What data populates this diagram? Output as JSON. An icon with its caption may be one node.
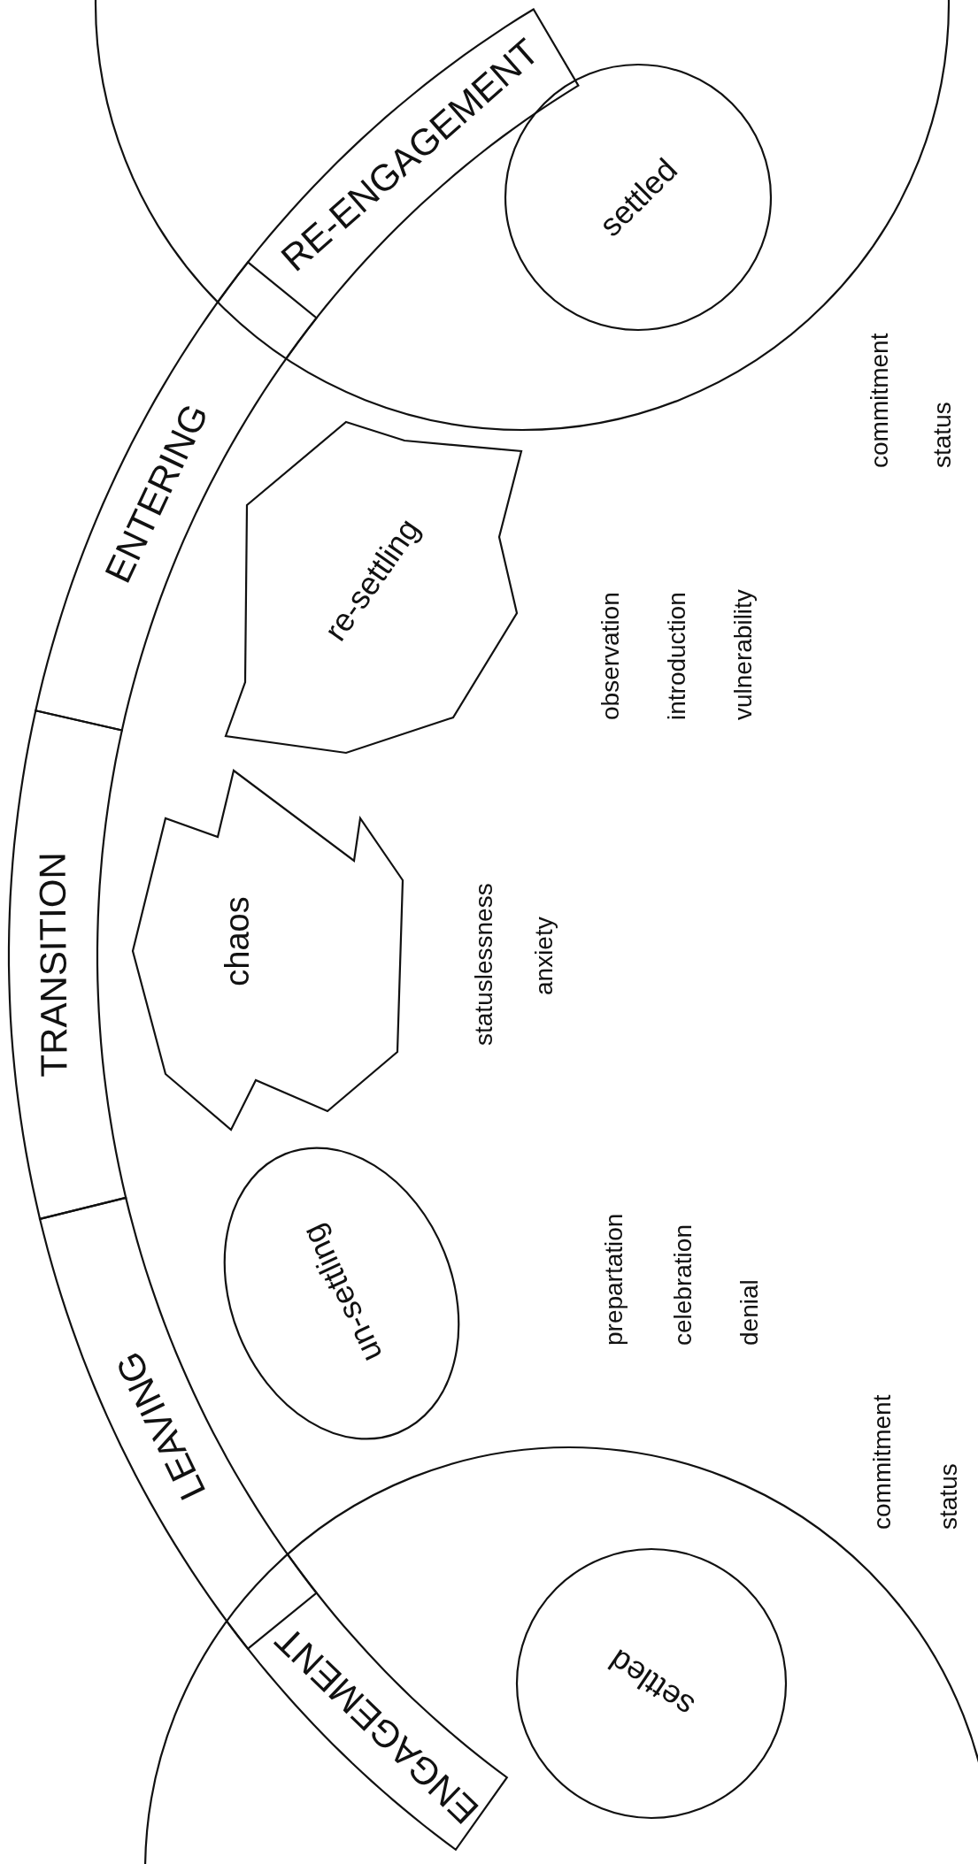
{
  "diagram": {
    "nodes": [
      {
        "text": [],
        "shape": "circle"
      },
      {
        "text": [
          "ENGAGEMENT"
        ],
        "in": 0
      },
      {
        "text": [
          "LEAVING"
        ]
      },
      {
        "text": [
          "TRANSITION"
        ]
      },
      {
        "text": [
          "ENTERING"
        ]
      },
      {
        "text": [
          "RE-ENGAGEMENT"
        ],
        "in": 6
      },
      {
        "text": [],
        "shape": "circle"
      },
      {
        "text": [
          "settled"
        ],
        "in": 0
      },
      {
        "text": [
          "un-settling"
        ]
      },
      {
        "text": [
          "chaos"
        ]
      },
      {
        "text": [
          "re-settling"
        ]
      },
      {
        "text": [
          "settled"
        ],
        "in": 6
      }
    ],
    "edges": [],
    "labels": [
      "prepartation",
      "celebration",
      "denial",
      "commitment",
      "status",
      "statuslessness",
      "anxiety",
      "observation",
      "introduction",
      "vulnerability",
      "commitment",
      "status"
    ]
  }
}
